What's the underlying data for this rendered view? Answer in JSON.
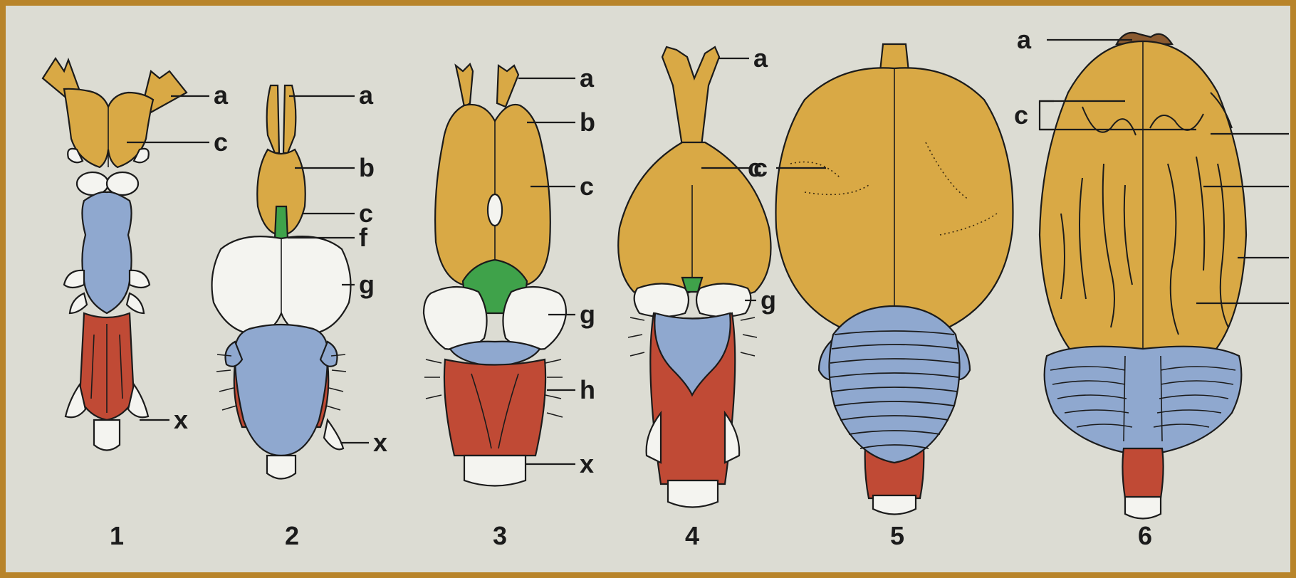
{
  "colors": {
    "frame": "#b8842a",
    "paper": "#dcdcd3",
    "cerebrum": "#d9a945",
    "optic_lobe": "#f4f4f0",
    "diencephalon": "#3fa24a",
    "cerebellum": "#8fa8cf",
    "medulla": "#c04a35"
  },
  "brains": [
    {
      "number": "1",
      "labels": [
        "a",
        "c",
        "x"
      ]
    },
    {
      "number": "2",
      "labels": [
        "a",
        "b",
        "c",
        "f",
        "g",
        "x"
      ]
    },
    {
      "number": "3",
      "labels": [
        "a",
        "b",
        "c",
        "g",
        "h",
        "x"
      ]
    },
    {
      "number": "4",
      "labels": [
        "a",
        "c",
        "g"
      ]
    },
    {
      "number": "5",
      "labels": [
        "c"
      ]
    },
    {
      "number": "6",
      "labels": [
        "a",
        "c"
      ]
    }
  ]
}
